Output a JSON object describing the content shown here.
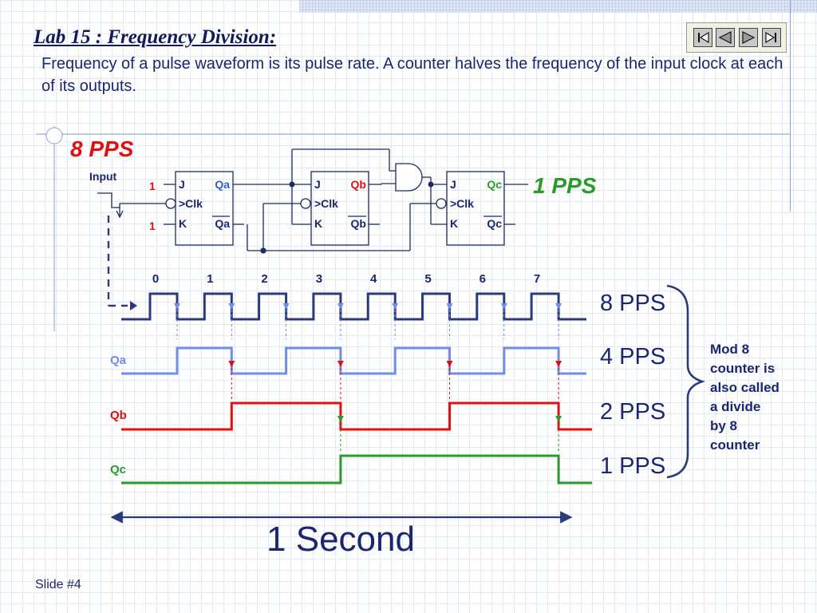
{
  "slide": {
    "title": "Lab 15 : Frequency Division:",
    "subtitle": "Frequency of a pulse waveform is its pulse rate. A counter halves the frequency of the input clock at each of its outputs.",
    "slide_number": "Slide #4"
  },
  "nav": {
    "first_icon": "skip-back-icon",
    "prev_icon": "triangle-left-icon",
    "next_icon": "triangle-right-icon",
    "last_icon": "skip-forward-icon"
  },
  "circuit": {
    "input_rate": "8 PPS",
    "input_label": "Input",
    "output_rate": "1 PPS",
    "logic_high_j": "1",
    "logic_high_k": "1",
    "ff": [
      {
        "j": "J",
        "clk": ">Clk",
        "k": "K",
        "q": "Qa",
        "qbar": "Qa"
      },
      {
        "j": "J",
        "clk": ">Clk",
        "k": "K",
        "q": "Qb",
        "qbar": "Qb"
      },
      {
        "j": "J",
        "clk": ">Clk",
        "k": "K",
        "q": "Qc",
        "qbar": "Qc"
      }
    ]
  },
  "timing": {
    "pulse_numbers": [
      "0",
      "1",
      "2",
      "3",
      "4",
      "5",
      "6",
      "7"
    ],
    "signals": [
      {
        "name": "",
        "rate": "8 PPS",
        "color": "#2b3a7a"
      },
      {
        "name": "Qa",
        "rate": "4 PPS",
        "color": "#6f8fe6"
      },
      {
        "name": "Qb",
        "rate": "2 PPS",
        "color": "#e01010"
      },
      {
        "name": "Qc",
        "rate": "1 PPS",
        "color": "#2a9a2a"
      }
    ],
    "note": [
      "Mod 8",
      "counter is",
      "also called",
      "a divide",
      "by 8",
      "counter"
    ],
    "duration": "1 Second"
  },
  "colors": {
    "title": "#111a5a",
    "text": "#1a2670",
    "circuit_line": "#1f2b5e",
    "red_label": "#e01010",
    "green_label": "#2a9a2a",
    "blue_label": "#2f5fd0"
  }
}
